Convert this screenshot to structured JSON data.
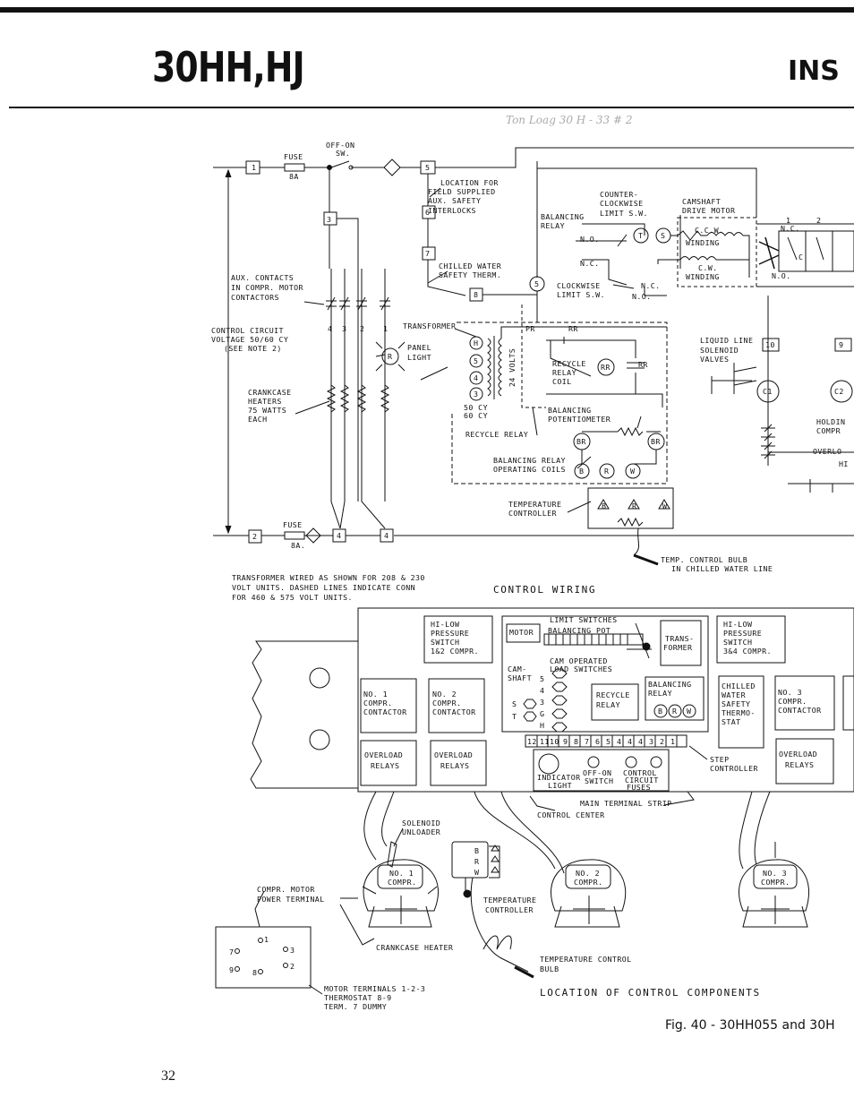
{
  "header": {
    "model": "30HH,HJ",
    "section": "INS",
    "handwritten_note": "Ton Loag 30 H - 33 # 2"
  },
  "wiring": {
    "offon_sw": [
      "OFF-ON",
      "SW."
    ],
    "fuse_top": [
      "FUSE",
      "8A"
    ],
    "fuse_bottom": [
      "FUSE",
      "8A."
    ],
    "location_aux": [
      "LOCATION FOR",
      "FIELD SUPPLIED",
      "AUX. SAFETY",
      "INTERLOCKS"
    ],
    "chilled_water_safety": [
      "CHILLED WATER",
      "SAFETY THERM."
    ],
    "aux_contacts": [
      "AUX. CONTACTS",
      "IN COMPR. MOTOR",
      "CONTACTORS"
    ],
    "control_circuit": [
      "CONTROL CIRCUIT",
      "VOLTAGE 50/60 CY",
      "(SEE NOTE 2)"
    ],
    "transformer": "TRANSFORMER",
    "panel_light": [
      "PANEL",
      "LIGHT"
    ],
    "crankcase_heaters": [
      "CRANKCASE",
      "HEATERS",
      "75 WATTS",
      "EACH"
    ],
    "counter_clockwise": [
      "COUNTER-",
      "CLOCKWISE",
      "LIMIT S.W."
    ],
    "camshaft_drive": [
      "CAMSHAFT",
      "DRIVE MOTOR"
    ],
    "balancing_relay": [
      "BALANCING",
      "RELAY"
    ],
    "no": "N.O.",
    "nc": "N.C.",
    "ccw_winding": [
      "C.C.W.",
      "WINDING"
    ],
    "cw_winding": [
      "C.W.",
      "WINDING"
    ],
    "clockwise_limit": [
      "CLOCKWISE",
      "LIMIT S.W."
    ],
    "volts24": "24 VOLTS",
    "cy50": "50 CY",
    "cy60": "60 CY",
    "recycle_relay_coil": [
      "RECYCLE",
      "RELAY",
      "COIL"
    ],
    "balancing_pot": [
      "BALANCING",
      "POTENTIOMETER"
    ],
    "recycle_relay": "RECYCLE RELAY",
    "balancing_coils": [
      "BALANCING RELAY",
      "OPERATING COILS"
    ],
    "temp_controller": [
      "TEMPERATURE",
      "CONTROLLER"
    ],
    "temp_bulb": [
      "TEMP. CONTROL BULB",
      "IN CHILLED WATER LINE"
    ],
    "liquid_line": [
      "LIQUID LINE",
      "SOLENOID",
      "VALVES"
    ],
    "holding": [
      "HOLDIN",
      "COMPR"
    ],
    "overload": "OVERLO",
    "hi": "HI",
    "transformer_note": [
      "TRANSFORMER WIRED AS SHOWN FOR 208 & 230",
      "VOLT UNITS. DASHED LINES INDICATE CONN",
      "FOR 460 & 575 VOLT UNITS."
    ],
    "control_wiring": "CONTROL   WIRING",
    "terminals": {
      "t1": "1",
      "t2": "2",
      "t3": "3",
      "t4": "4",
      "t5": "5",
      "t6": "6",
      "t7": "7",
      "t8": "8",
      "t9": "9",
      "t10": "10",
      "c1": "C1",
      "c2": "C2",
      "n1": "1",
      "n2": "2",
      "c": "C",
      "r": "R",
      "rr": "RR",
      "br": "BR",
      "b": "B",
      "w": "W",
      "t": "T",
      "s": "S",
      "h": "H",
      "pr": "PR",
      "f4": "4",
      "f3": "3",
      "f2": "2",
      "f1": "1"
    }
  },
  "components": {
    "hilow_12": [
      "HI-LOW",
      "PRESSURE",
      "SWITCH",
      "1&2 COMPR."
    ],
    "hilow_34": [
      "HI-LOW",
      "PRESSURE",
      "SWITCH",
      "3&4 COMPR."
    ],
    "limit_switches": "LIMIT SWITCHES",
    "motor": "MOTOR",
    "balancing_pot": "BALANCING POT",
    "trans_former": [
      "TRANS-",
      "FORMER"
    ],
    "cam_operated": [
      "CAM OPERATED",
      "LOAD SWITCHES"
    ],
    "cam_shaft": [
      "CAM-",
      "SHAFT"
    ],
    "cam_nums": [
      "5",
      "4",
      "3",
      "G",
      "H"
    ],
    "s": "S",
    "t": "T",
    "recycle_relay": [
      "RECYCLE",
      "RELAY"
    ],
    "balancing_relay": [
      "BALANCING",
      "RELAY"
    ],
    "brw": [
      "B",
      "R",
      "W"
    ],
    "no1_contactor": [
      "NO. 1",
      "COMPR.",
      "CONTACTOR"
    ],
    "no2_contactor": [
      "NO. 2",
      "COMPR.",
      "CONTACTOR"
    ],
    "chilled_water": [
      "CHILLED",
      "WATER",
      "SAFETY",
      "THERMO-",
      "STAT"
    ],
    "no3_contactor": [
      "NO. 3",
      "COMPR.",
      "CONTACTOR"
    ],
    "overload_relays": [
      "OVERLOAD",
      "RELAYS"
    ],
    "terminal_nums": [
      "12",
      "11",
      "10",
      "9",
      "8",
      "7",
      "6",
      "5",
      "4",
      "4",
      "4",
      "3",
      "2",
      "1"
    ],
    "step_controller": [
      "STEP",
      "CONTROLLER"
    ],
    "indicator_light": [
      "INDICATOR",
      "LIGHT"
    ],
    "offon_switch": [
      "OFF-ON",
      "SWITCH"
    ],
    "control_fuses": [
      "CONTROL",
      "CIRCUIT",
      "FUSES"
    ],
    "main_terminal": "MAIN TERMINAL STRIP",
    "control_center": "CONTROL CENTER",
    "solenoid_unloader": [
      "SOLENOID",
      "UNLOADER"
    ],
    "no1_compr": [
      "NO. 1",
      "COMPR."
    ],
    "no2_compr": [
      "NO. 2",
      "COMPR."
    ],
    "no3_compr": [
      "NO. 3",
      "COMPR."
    ],
    "compr_motor": [
      "COMPR. MOTOR",
      "POWER TERMINAL"
    ],
    "temperature_controller": [
      "TEMPERATURE",
      "CONTROLLER"
    ],
    "crankcase_heater": "CRANKCASE HEATER",
    "temperature_bulb": [
      "TEMPERATURE   CONTROL",
      "BULB"
    ],
    "motor_terminals": [
      "MOTOR TERMINALS  1-2-3",
      "THERMOSTAT 8-9",
      "TERM. 7 DUMMY"
    ],
    "terminal_box_nums": [
      "1",
      "7",
      "3",
      "9",
      "8",
      "2"
    ],
    "location_title": "LOCATION  OF  CONTROL  COMPONENTS"
  },
  "caption": "Fig. 40 - 30HH055 and 30H",
  "page_number": "32"
}
